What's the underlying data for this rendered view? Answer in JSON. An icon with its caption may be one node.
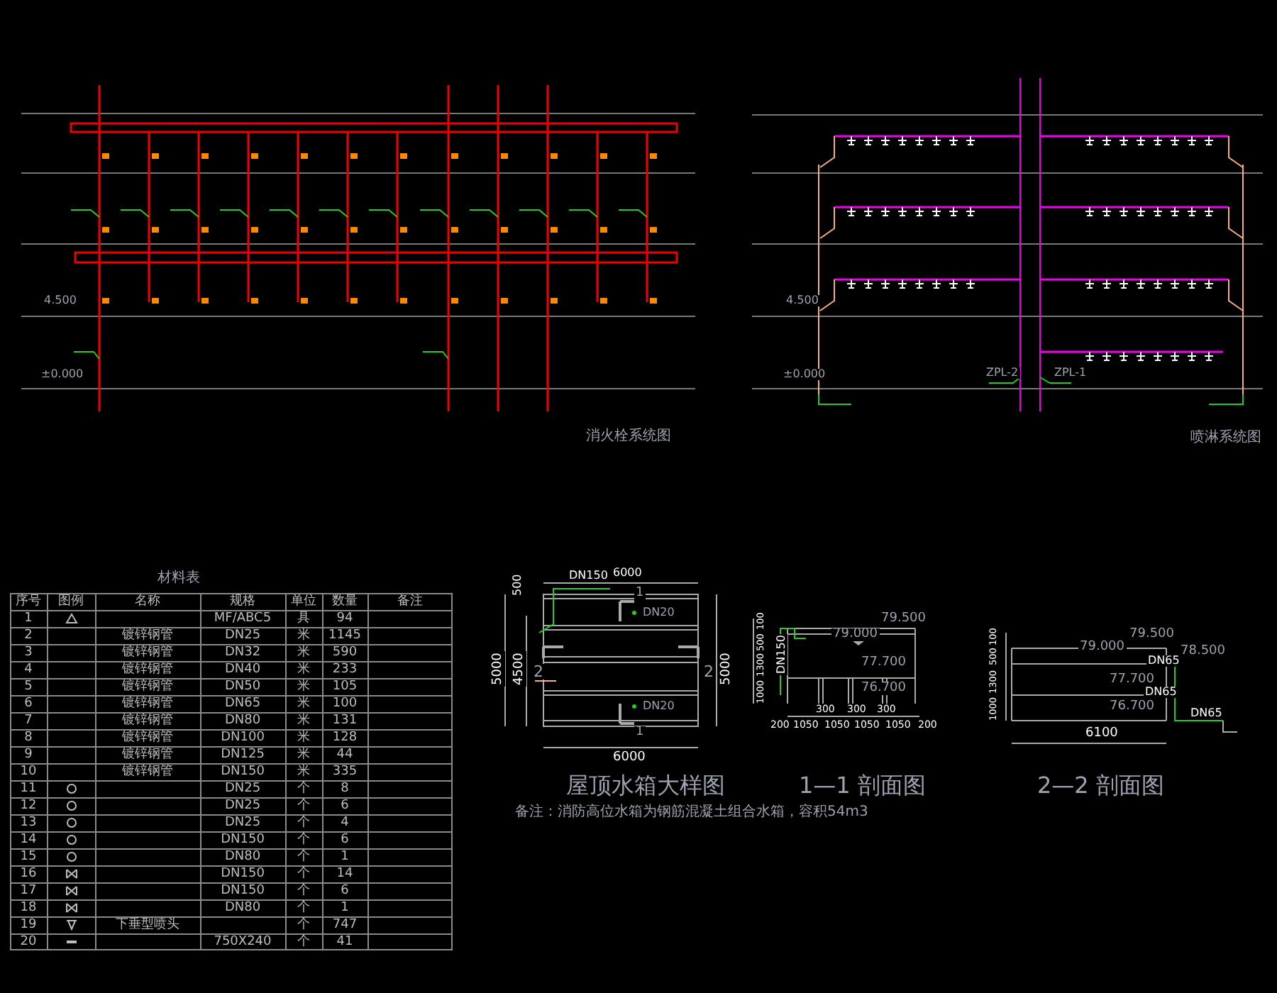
{
  "diagram": {
    "labels": [
      "4.500",
      "±0.000",
      "消火栓系统图",
      "4.500",
      "±0.000",
      "ZPL-2",
      "ZPL-1",
      "喷淋系统图",
      "材料表",
      "序号",
      "图例",
      "名称",
      "规格",
      "单位",
      "数量",
      "备注",
      "1",
      "MF/ABC5",
      "具",
      "94",
      "2",
      "镀锌钢管",
      "DN25",
      "米",
      "1145",
      "3",
      "镀锌钢管",
      "DN32",
      "米",
      "590",
      "4",
      "镀锌钢管",
      "DN40",
      "米",
      "233",
      "5",
      "镀锌钢管",
      "DN50",
      "米",
      "105",
      "6",
      "镀锌钢管",
      "DN65",
      "米",
      "100",
      "7",
      "镀锌钢管",
      "DN80",
      "米",
      "131",
      "8",
      "镀锌钢管",
      "DN100",
      "米",
      "128",
      "9",
      "镀锌钢管",
      "DN125",
      "米",
      "44",
      "10",
      "镀锌钢管",
      "DN150",
      "米",
      "335",
      "11",
      "DN25",
      "个",
      "8",
      "12",
      "DN25",
      "个",
      "6",
      "13",
      "DN25",
      "个",
      "4",
      "14",
      "DN150",
      "个",
      "6",
      "15",
      "DN80",
      "个",
      "1",
      "16",
      "DN150",
      "个",
      "14",
      "17",
      "DN150",
      "个",
      "6",
      "18",
      "DN80",
      "个",
      "1",
      "19",
      "下垂型喷头",
      "个",
      "747",
      "20",
      "750X240",
      "个",
      "41",
      "DN150",
      "6000",
      "1",
      "500",
      "DN20",
      "5000",
      "4500",
      "2",
      "2",
      "5000",
      "DN20",
      "1",
      "6000",
      "屋顶水箱大样图",
      "79.500",
      "100",
      "79.000",
      "500",
      "1300",
      "DN150",
      "77.700",
      "1000",
      "76.700",
      "300",
      "300",
      "300",
      "200",
      "1050",
      "1050",
      "1050",
      "1050",
      "200",
      "1—1 剖面图",
      "79.500",
      "100",
      "79.000",
      "500",
      "78.500",
      "DN65",
      "1300",
      "77.700",
      "DN65",
      "1000",
      "76.700",
      "DN65",
      "6100",
      "2—2 剖面图",
      "备注：消防高位水箱为钢筋混凝土组合水箱，容积54m3"
    ]
  }
}
